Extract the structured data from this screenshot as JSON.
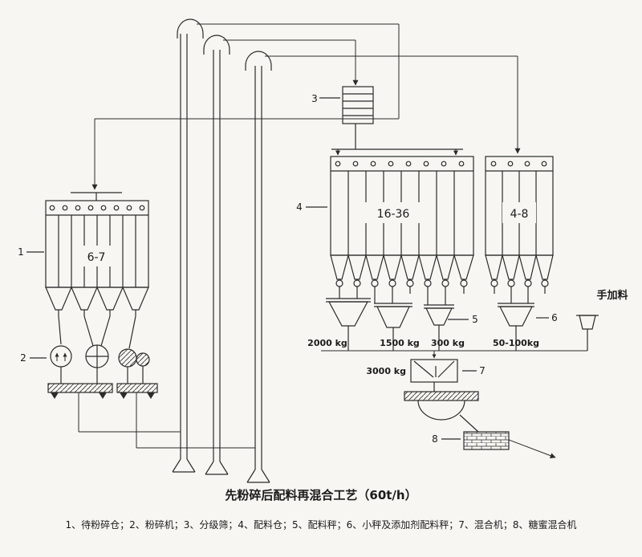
{
  "title": "先粉碎后配料再混合工艺（60t/h）",
  "legend": "1、待粉碎仓；2、粉碎机；3、分级筛；4、配料仓；5、配料秤；6、小秤及添加剂配料秤；7、混合机；8、糖蜜混合机",
  "callouts": {
    "c1": "1",
    "c2": "2",
    "c3": "3",
    "c4": "4",
    "c5": "5",
    "c6": "6",
    "c7": "7",
    "c8": "8"
  },
  "bins": {
    "grinding": "6-7",
    "batching": "16-36",
    "small": "4-8"
  },
  "weights": {
    "scale1": "2000 kg",
    "scale2": "1500 kg",
    "scale3": "300 kg",
    "scale4": "50-100kg",
    "mixer": "3000 kg"
  },
  "hand_feed_label": "手加料",
  "colors": {
    "ink": "#2b2b2b",
    "background": "#f7f6f2"
  }
}
